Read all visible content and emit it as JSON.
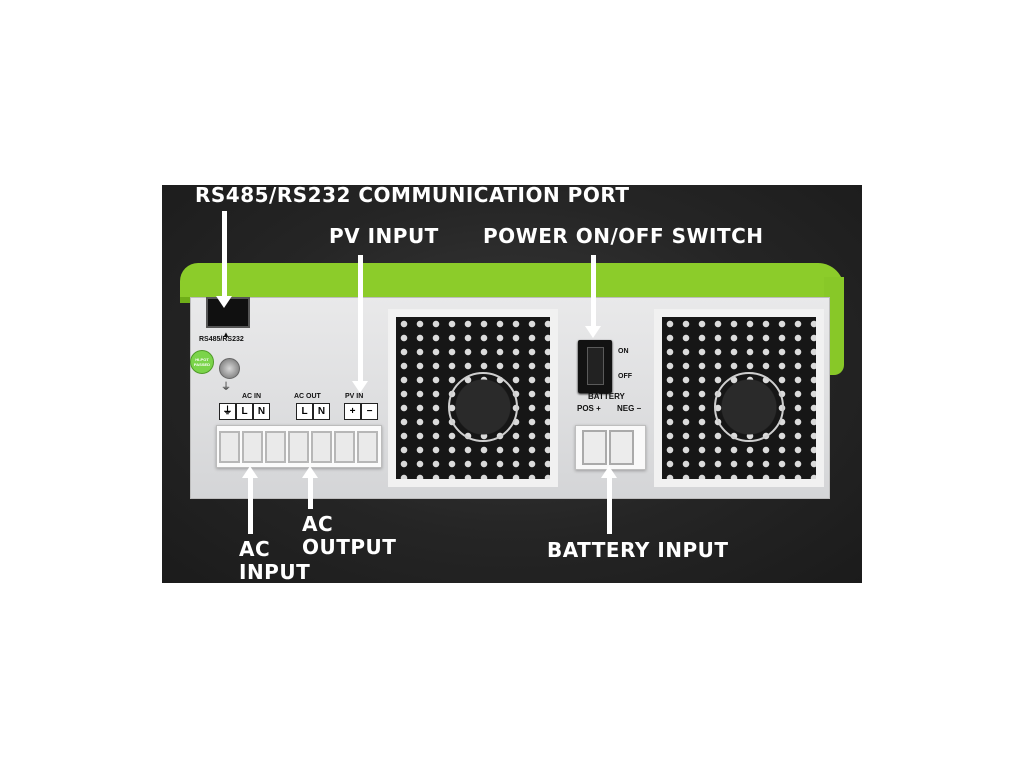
{
  "callouts": {
    "communication_port": "RS485/RS232 COMMUNICATION PORT",
    "pv_input": "PV INPUT",
    "power_switch": "POWER ON/OFF SWITCH",
    "ac_input_line1": "AC",
    "ac_input_line2": "INPUT",
    "ac_output_line1": "AC",
    "ac_output_line2": "OUTPUT",
    "battery_input": "BATTERY INPUT"
  },
  "panel_labels": {
    "port_label": "RS485/RS232",
    "port_arrow": "▲",
    "badge": "HI-POT PASSED",
    "ac_in": "AC IN",
    "ac_out": "AC OUT",
    "pv_in": "PV IN",
    "ac_in_terminals": [
      "⏚",
      "L",
      "N"
    ],
    "ac_out_terminals": [
      "L",
      "N"
    ],
    "pv_terminals": [
      "+",
      "−"
    ],
    "switch_on": "ON",
    "switch_off": "OFF",
    "battery": "BATTERY",
    "pos": "POS +",
    "neg": "NEG −"
  },
  "colors": {
    "background": "#ffffff",
    "photo_background": "#222222",
    "device_green": "#8ccc2a",
    "callout_text": "#ffffff"
  }
}
